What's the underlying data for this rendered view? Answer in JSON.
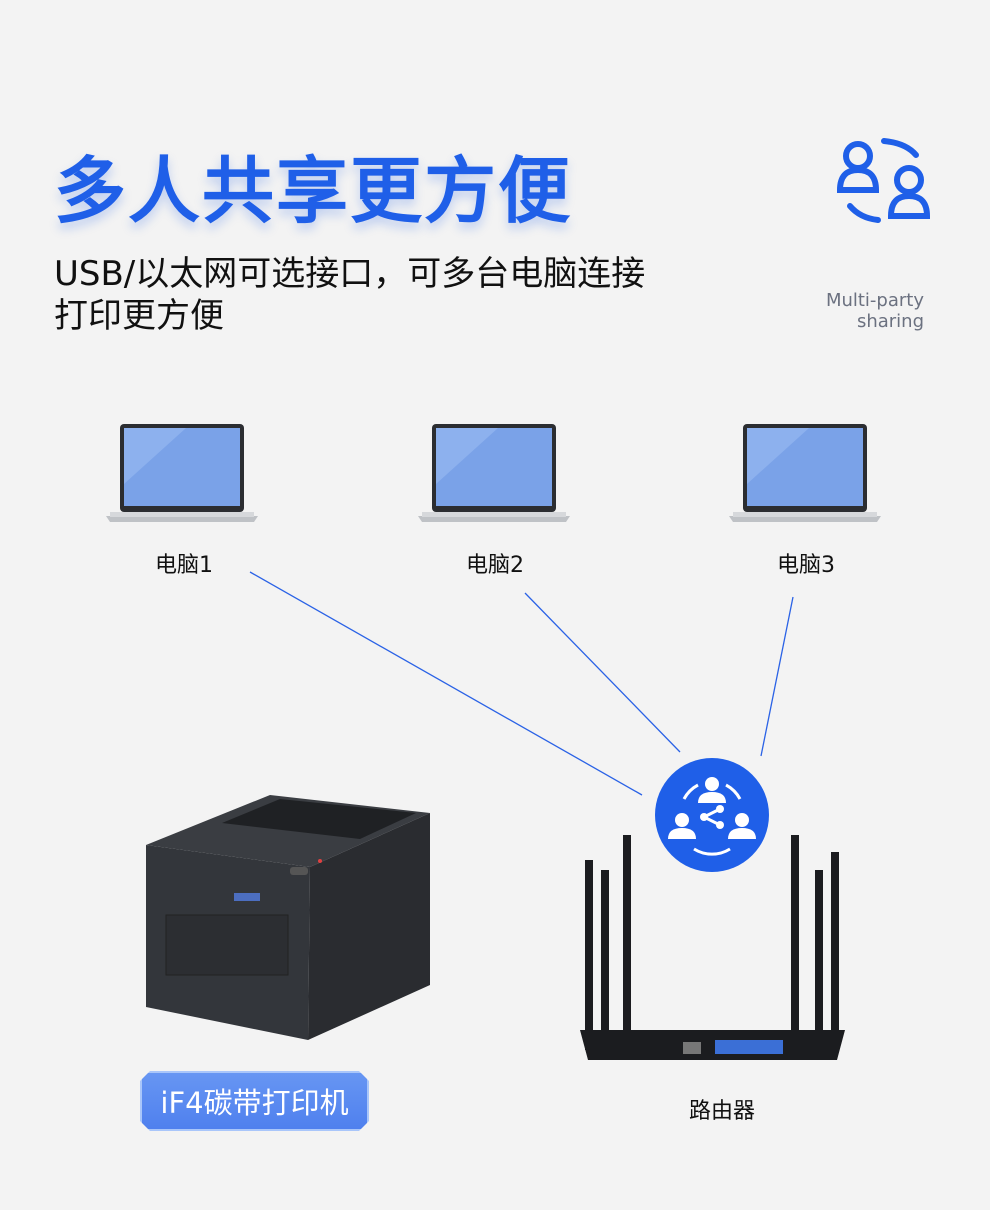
{
  "title": "多人共享更方便",
  "subtitle_line1": "USB/以太网可选接口，可多台电脑连接",
  "subtitle_line2": "打印更方便",
  "feature": {
    "icon": "multi-user-icon",
    "label_line1": "Multi-party",
    "label_line2": "sharing"
  },
  "computers": [
    {
      "label": "电脑1"
    },
    {
      "label": "电脑2"
    },
    {
      "label": "电脑3"
    }
  ],
  "printer_badge": "iF4碳带打印机",
  "router_label": "路由器",
  "colors": {
    "accent": "#1f5fe8",
    "line": "#2a62e6",
    "badge": "#5b8af0"
  }
}
